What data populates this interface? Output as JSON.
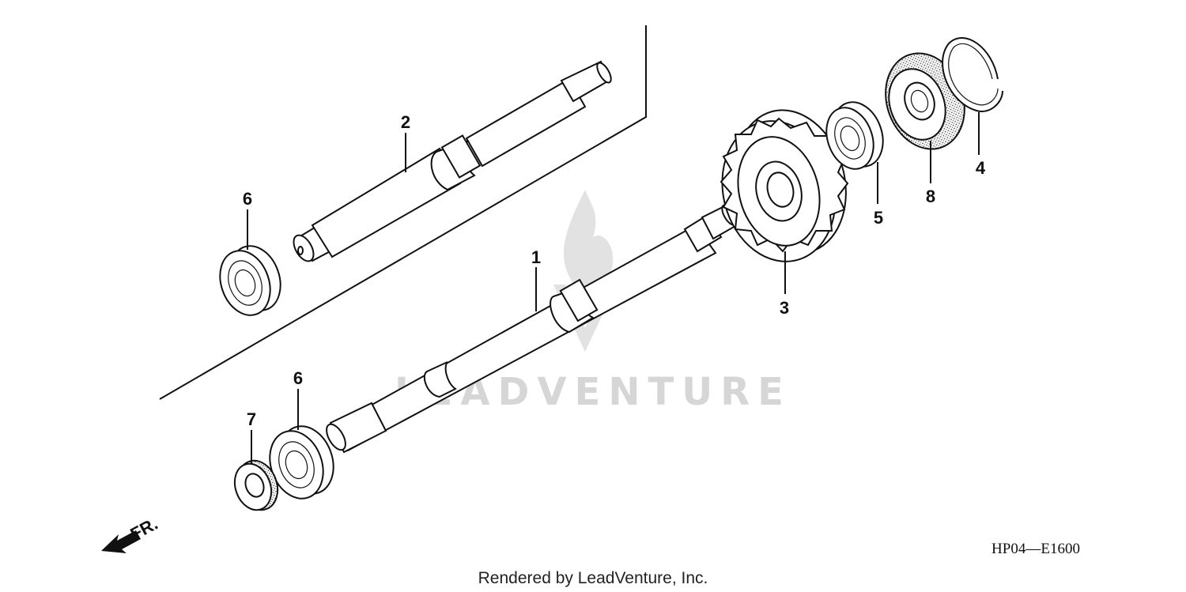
{
  "diagram": {
    "callouts": [
      {
        "id": "1",
        "label": "1"
      },
      {
        "id": "2",
        "label": "2"
      },
      {
        "id": "3",
        "label": "3"
      },
      {
        "id": "4",
        "label": "4"
      },
      {
        "id": "5",
        "label": "5"
      },
      {
        "id": "6a",
        "label": "6"
      },
      {
        "id": "6b",
        "label": "6"
      },
      {
        "id": "7",
        "label": "7"
      },
      {
        "id": "8",
        "label": "8"
      }
    ],
    "direction_label": "FR.",
    "diagram_code": "HP04—E1600",
    "footer": "Rendered by LeadVenture, Inc.",
    "watermark": "LEADVENTURE"
  }
}
